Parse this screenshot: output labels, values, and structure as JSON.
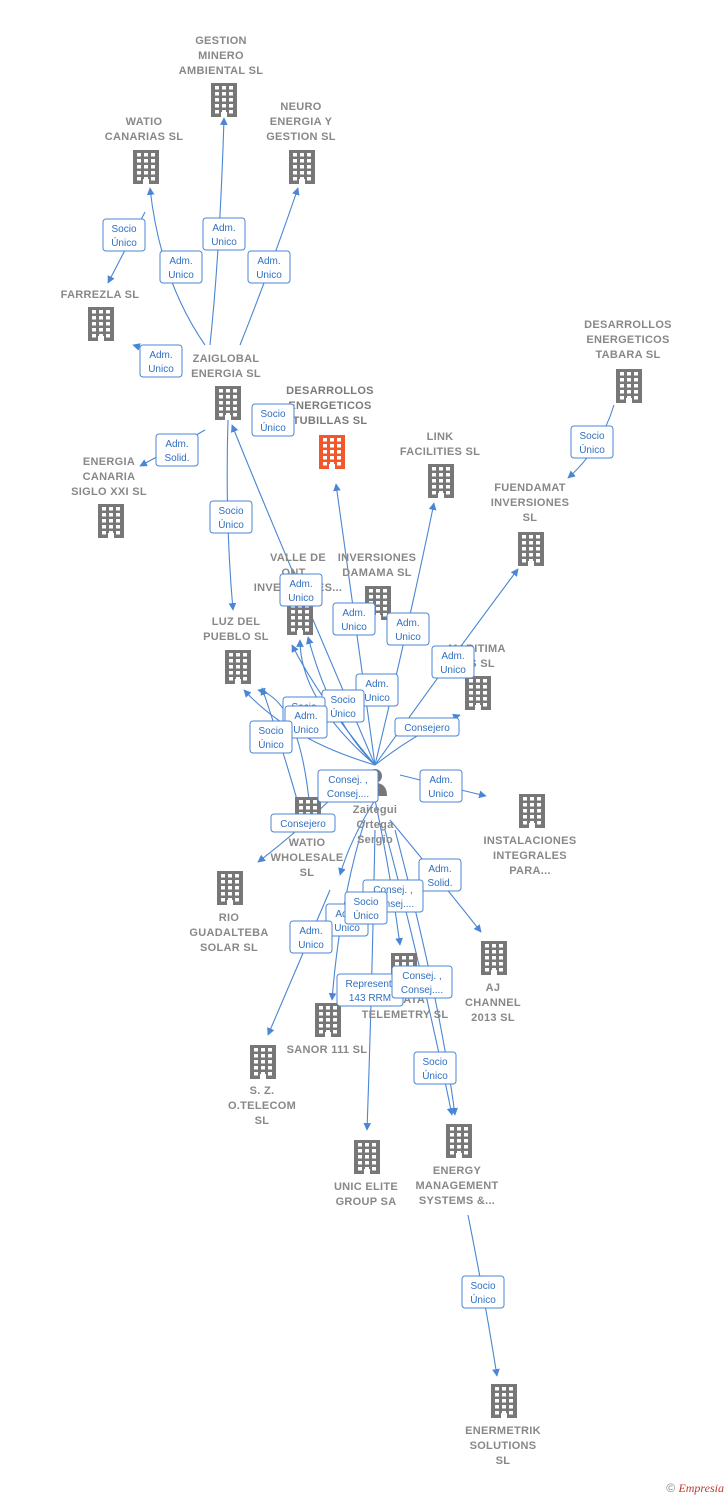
{
  "nodes": [
    {
      "id": "gestion_minero",
      "lines": [
        "GESTION",
        "MINERO",
        "AMBIENTAL SL"
      ],
      "type": "company"
    },
    {
      "id": "watio_canarias",
      "lines": [
        "WATIO",
        "CANARIAS  SL"
      ],
      "type": "company"
    },
    {
      "id": "neuro_energia",
      "lines": [
        "NEURO",
        "ENERGIA Y",
        "GESTION  SL"
      ],
      "type": "company"
    },
    {
      "id": "farrezla",
      "lines": [
        "FARREZLA SL"
      ],
      "type": "company"
    },
    {
      "id": "zaiglobal",
      "lines": [
        "ZAIGLOBAL",
        "ENERGIA  SL"
      ],
      "type": "company"
    },
    {
      "id": "desarrollos_tubillas",
      "lines": [
        "DESARROLLOS",
        "ENERGETICOS",
        "TUBILLAS  SL"
      ],
      "type": "focus"
    },
    {
      "id": "desarrollos_tabara",
      "lines": [
        "DESARROLLOS",
        "ENERGETICOS",
        "TABARA  SL"
      ],
      "type": "company"
    },
    {
      "id": "link_facilities",
      "lines": [
        "LINK",
        "FACILITIES SL"
      ],
      "type": "company"
    },
    {
      "id": "fuendamat",
      "lines": [
        "FUENDAMAT",
        "INVERSIONES",
        "SL"
      ],
      "type": "company"
    },
    {
      "id": "energia_canaria",
      "lines": [
        "ENERGIA",
        "CANARIA",
        "SIGLO XXI  SL"
      ],
      "type": "company"
    },
    {
      "id": "valle_de",
      "lines": [
        "VALLE DE",
        "ONT...",
        "INVERSIONES..."
      ],
      "type": "company"
    },
    {
      "id": "inversiones_damama",
      "lines": [
        "INVERSIONES",
        "DAMAMA  SL"
      ],
      "type": "company"
    },
    {
      "id": "luz_del_pueblo",
      "lines": [
        "LUZ DEL",
        "PUEBLO  SL"
      ],
      "type": "company"
    },
    {
      "id": "maritima",
      "lines": [
        "MARITIMA",
        "...S SL"
      ],
      "type": "company"
    },
    {
      "id": "watio_wholesale",
      "lines": [
        "WATIO",
        "WHOLESALE",
        "SL"
      ],
      "type": "company"
    },
    {
      "id": "instalaciones",
      "lines": [
        "INSTALACIONES",
        "INTEGRALES",
        "PARA..."
      ],
      "type": "company"
    },
    {
      "id": "rio_guadalteba",
      "lines": [
        "RIO",
        "GUADALTEBA",
        "SOLAR  SL"
      ],
      "type": "company"
    },
    {
      "id": "aj_channel",
      "lines": [
        "AJ",
        "CHANNEL",
        "2013 SL"
      ],
      "type": "company"
    },
    {
      "id": "data_telemetry",
      "lines": [
        "...DATA",
        "TELEMETRY SL"
      ],
      "type": "company"
    },
    {
      "id": "sanor",
      "lines": [
        "SANOR 111 SL"
      ],
      "type": "company"
    },
    {
      "id": "sz_otelecom",
      "lines": [
        "S.  Z.",
        "O.TELECOM",
        "SL"
      ],
      "type": "company"
    },
    {
      "id": "unic_elite",
      "lines": [
        "UNIC ELITE",
        "GROUP SA"
      ],
      "type": "company"
    },
    {
      "id": "energy_mgmt",
      "lines": [
        "ENERGY",
        "MANAGEMENT",
        "SYSTEMS &..."
      ],
      "type": "company"
    },
    {
      "id": "enermetrik",
      "lines": [
        "ENERMETRIK",
        "SOLUTIONS",
        "SL"
      ],
      "type": "company"
    },
    {
      "id": "person",
      "lines": [
        "Zaitegui",
        "Ortega",
        "Sergio"
      ],
      "type": "person"
    }
  ],
  "relations": [
    {
      "id": "r_watio_farrezla",
      "lines": [
        "Socio",
        "Único"
      ]
    },
    {
      "id": "r_zai_gestion",
      "lines": [
        "Adm.",
        "Unico"
      ]
    },
    {
      "id": "r_zai_watio",
      "lines": [
        "Adm.",
        "Unico"
      ]
    },
    {
      "id": "r_zai_neuro",
      "lines": [
        "Adm.",
        "Unico"
      ]
    },
    {
      "id": "r_zai_farrezla",
      "lines": [
        "Adm.",
        "Unico"
      ]
    },
    {
      "id": "r_zai_canaria",
      "lines": [
        "Adm.",
        "Solid."
      ]
    },
    {
      "id": "r_person_zai",
      "lines": [
        "Socio",
        "Único"
      ]
    },
    {
      "id": "r_zai_luz",
      "lines": [
        "Socio",
        "Único"
      ]
    },
    {
      "id": "r_tabara_fuendamat",
      "lines": [
        "Socio",
        "Único"
      ]
    },
    {
      "id": "r_valle",
      "lines": [
        "Adm.",
        "Unico"
      ]
    },
    {
      "id": "r_damama",
      "lines": [
        "Adm.",
        "Unico"
      ]
    },
    {
      "id": "r_link",
      "lines": [
        "Adm.",
        "Unico"
      ]
    },
    {
      "id": "r_maritima",
      "lines": [
        "Adm.",
        "Unico"
      ]
    },
    {
      "id": "r_a",
      "lines": [
        "Adm.",
        "Unico"
      ]
    },
    {
      "id": "r_b",
      "lines": [
        "Socio",
        "Único"
      ]
    },
    {
      "id": "r_c",
      "lines": [
        "Socio",
        "Único"
      ]
    },
    {
      "id": "r_d",
      "lines": [
        "Adm.",
        "Unico"
      ]
    },
    {
      "id": "r_e",
      "lines": [
        "Socio",
        "Único"
      ]
    },
    {
      "id": "r_consejero_mar",
      "lines": [
        "Consejero"
      ]
    },
    {
      "id": "r_instal",
      "lines": [
        "Adm.",
        "Unico"
      ]
    },
    {
      "id": "r_consej_ww",
      "lines": [
        "Consej. ,",
        "Consej...."
      ]
    },
    {
      "id": "r_consejero_ww",
      "lines": [
        "Consejero"
      ]
    },
    {
      "id": "r_aj",
      "lines": [
        "Adm.",
        "Solid."
      ]
    },
    {
      "id": "r_consej_dt",
      "lines": [
        "Consej. ,",
        "Consej...."
      ]
    },
    {
      "id": "r_f",
      "lines": [
        "Adm.",
        "Unico"
      ]
    },
    {
      "id": "r_g",
      "lines": [
        "Socio",
        "Único"
      ]
    },
    {
      "id": "r_sz",
      "lines": [
        "Adm.",
        "Unico"
      ]
    },
    {
      "id": "r_unic",
      "lines": [
        "Represent.",
        "143 RRM"
      ]
    },
    {
      "id": "r_consej_em",
      "lines": [
        "Consej. ,",
        "Consej...."
      ]
    },
    {
      "id": "r_em",
      "lines": [
        "Socio",
        "Único"
      ]
    },
    {
      "id": "r_enermetrik",
      "lines": [
        "Socio",
        "Único"
      ]
    }
  ],
  "colors": {
    "edge": "#4a86d4",
    "building": "#777777",
    "focus_building": "#f0582c",
    "label": "#888888"
  },
  "footer": {
    "symbol": "©",
    "brand": "Empresia"
  }
}
